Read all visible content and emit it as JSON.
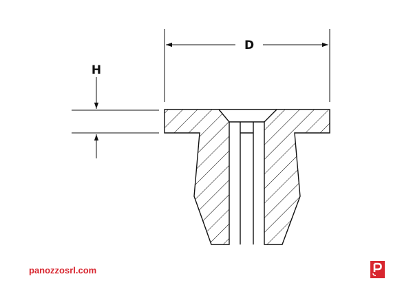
{
  "diagram": {
    "dimension_d_label": "D",
    "dimension_h_label": "H"
  },
  "footer": {
    "website": "panozzosrl.com",
    "logo_icon": "panozzo-p-logo-icon"
  },
  "colors": {
    "line": "#111111",
    "brand_red": "#d8262f",
    "background": "#ffffff"
  }
}
